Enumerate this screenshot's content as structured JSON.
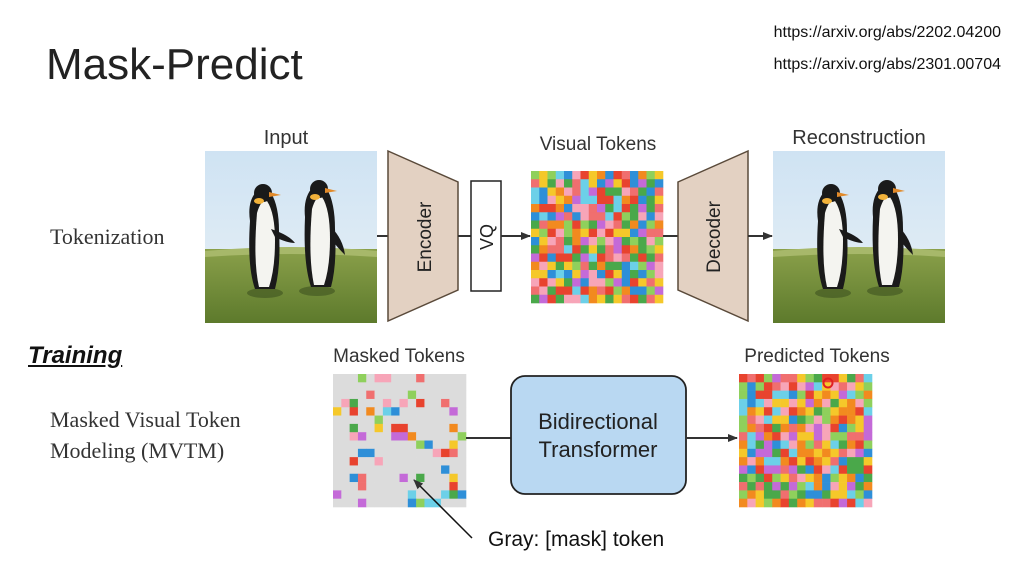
{
  "slide": {
    "title": "Mask-Predict",
    "links": [
      "https://arxiv.org/abs/2202.04200",
      "https://arxiv.org/abs/2301.00704"
    ],
    "training_label": "Training",
    "annotation": "Gray: [mask] token"
  },
  "tokenization": {
    "row_label": "Tokenization",
    "input_label": "Input",
    "encoder_label": "Encoder",
    "vq_label": "VQ",
    "visual_tokens_label": "Visual Tokens",
    "decoder_label": "Decoder",
    "reconstruction_label": "Reconstruction"
  },
  "mvtm": {
    "row_label": "Masked Visual Token\nModeling (MVTM)",
    "masked_tokens_label": "Masked Tokens",
    "transformer_line1": "Bidirectional",
    "transformer_line2": "Transformer",
    "predicted_tokens_label": "Predicted Tokens"
  },
  "colors": {
    "encoder_fill": "#e3d1c2",
    "transformer_fill": "#b9d8f2",
    "mask_gray": "#dcdcdc",
    "highlight_ring": "#e02020",
    "token_palette": [
      "#e8432e",
      "#f28a1f",
      "#f5c82a",
      "#4aa84a",
      "#2e8fd8",
      "#8fd05c",
      "#c46ad8",
      "#f7a5b8",
      "#6cd0e8",
      "#f06f6f"
    ]
  }
}
